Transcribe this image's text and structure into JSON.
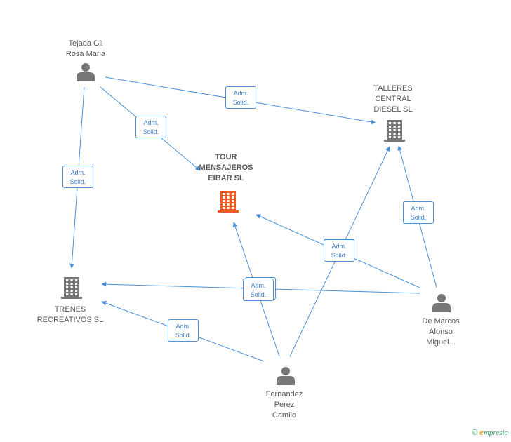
{
  "colors": {
    "edge": "#4a90d9",
    "company": "#777777",
    "main_company": "#f05a24",
    "person": "#777777"
  },
  "nodes": {
    "tejada": {
      "label": "Tejada Gil\nRosa Maria",
      "type": "person",
      "icon": "person-icon"
    },
    "talleres": {
      "label": "TALLERES\nCENTRAL\nDIESEL SL",
      "type": "company",
      "icon": "building-icon"
    },
    "tour": {
      "label": "TOUR\nMENSAJEROS\nEIBAR SL",
      "type": "main_company",
      "icon": "building-icon"
    },
    "trenes": {
      "label": "TRENES\nRECREATIVOS SL",
      "type": "company",
      "icon": "building-icon"
    },
    "demarcos": {
      "label": "De Marcos\nAlonso\nMiguel...",
      "type": "person",
      "icon": "person-icon"
    },
    "fernandez": {
      "label": "Fernandez\nPerez\nCamilo",
      "type": "person",
      "icon": "person-icon"
    }
  },
  "edge_label": "Adm.\nSolid.",
  "edges": [
    {
      "from": "tejada",
      "to": "talleres"
    },
    {
      "from": "tejada",
      "to": "tour"
    },
    {
      "from": "tejada",
      "to": "trenes"
    },
    {
      "from": "demarcos",
      "to": "tour"
    },
    {
      "from": "demarcos",
      "to": "talleres"
    },
    {
      "from": "demarcos",
      "to": "trenes"
    },
    {
      "from": "fernandez",
      "to": "tour"
    },
    {
      "from": "fernandez",
      "to": "talleres"
    },
    {
      "from": "fernandez",
      "to": "trenes"
    }
  ],
  "footer": {
    "copyright": "©",
    "brand_initial": "e",
    "brand_rest": "mpresia"
  }
}
